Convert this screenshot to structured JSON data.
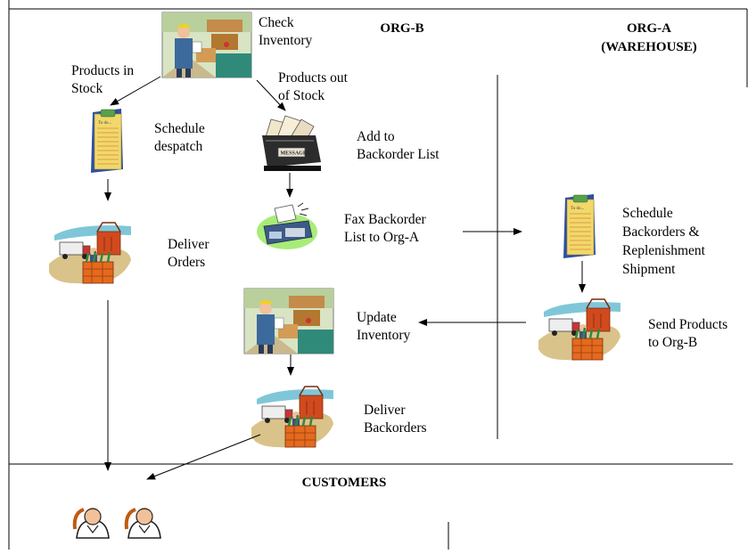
{
  "headers": {
    "org_b": "ORG-B",
    "org_a_line1": "ORG-A",
    "org_a_line2": "(WAREHOUSE)",
    "customers": "CUSTOMERS"
  },
  "labels": {
    "check_inventory": [
      "Check",
      "Inventory"
    ],
    "products_in_stock": [
      "Products in",
      "Stock"
    ],
    "products_out_of_stock": [
      "Products out",
      "of Stock"
    ],
    "schedule_despatch": [
      "Schedule",
      "despatch"
    ],
    "add_to_backorder": [
      "Add to",
      "Backorder List"
    ],
    "fax_backorder": [
      "Fax Backorder",
      "List to Org-A"
    ],
    "deliver_orders": [
      "Deliver",
      "Orders"
    ],
    "schedule_backorders": [
      "Schedule",
      "Backorders &",
      "Replenishment",
      "Shipment"
    ],
    "update_inventory": [
      "Update",
      "Inventory"
    ],
    "send_products": [
      "Send Products",
      "to Org-B"
    ],
    "deliver_backorders": [
      "Deliver",
      "Backorders"
    ]
  },
  "icons": {
    "clipboard_text": "To do...",
    "tray_text": "MESSAGES"
  },
  "colors": {
    "line": "#000000",
    "photo_sky": "#d8e4c4",
    "clipboard_paper": "#f2d86a",
    "clipboard_back": "#2f4ea3",
    "truck_ground": "#d9c38a",
    "basket_orange": "#e46a1e",
    "fax_glow": "#a8ec78"
  }
}
